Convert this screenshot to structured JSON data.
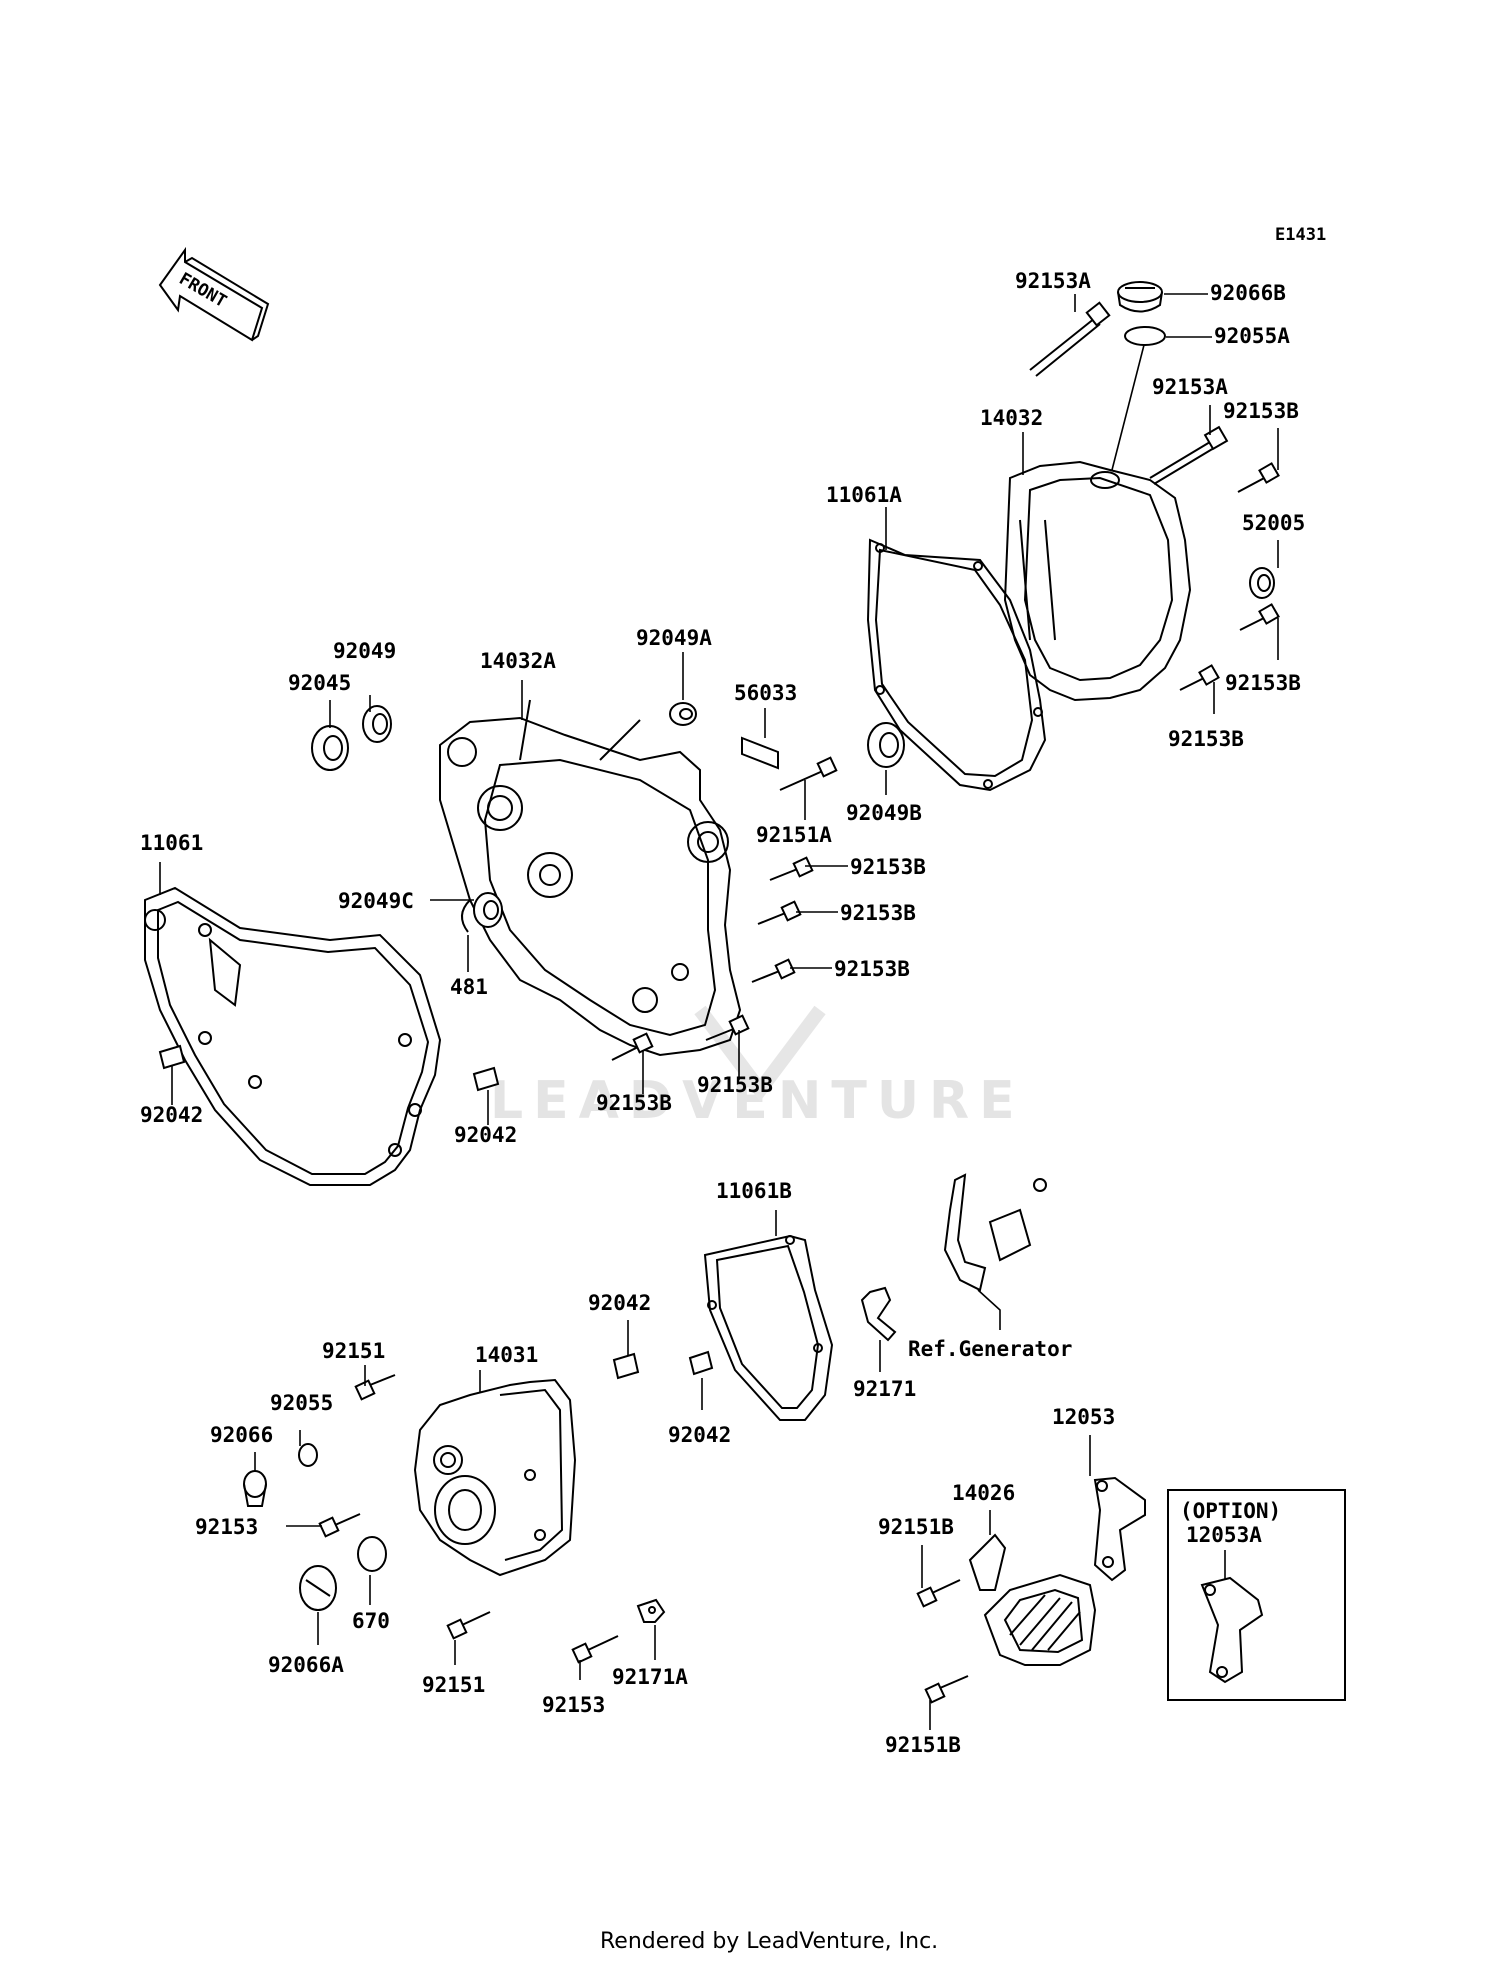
{
  "diagram_code": "E1431",
  "front_label": "FRONT",
  "watermark": "LEADVENTURE",
  "footer": "Rendered by LeadVenture, Inc.",
  "ref_note": "Ref.Generator",
  "option_box": {
    "title": "(OPTION)",
    "part": "12053A"
  },
  "parts": {
    "p92153A_top": "92153A",
    "p92066B": "92066B",
    "p92055A": "92055A",
    "p92153A_mid": "92153A",
    "p92153B_r1": "92153B",
    "p14032": "14032",
    "p11061A": "11061A",
    "p52005": "52005",
    "p92153B_r2": "92153B",
    "p92153B_r3": "92153B",
    "p92049": "92049",
    "p92045": "92045",
    "p14032A": "14032A",
    "p92049A": "92049A",
    "p56033": "56033",
    "p92049B": "92049B",
    "p92151A": "92151A",
    "p92153B_c1": "92153B",
    "p92153B_c2": "92153B",
    "p92153B_c3": "92153B",
    "p92153B_b1": "92153B",
    "p92153B_b2": "92153B",
    "p11061": "11061",
    "p92049C": "92049C",
    "p481": "481",
    "p92042_a": "92042",
    "p92042_b": "92042",
    "p11061B": "11061B",
    "p92042_c": "92042",
    "p92042_d": "92042",
    "p92171": "92171",
    "p92151_a": "92151",
    "p14031": "14031",
    "p92055": "92055",
    "p92066": "92066",
    "p92153_a": "92153",
    "p670": "670",
    "p92066A": "92066A",
    "p92151_b": "92151",
    "p92153_b": "92153",
    "p92171A": "92171A",
    "p12053": "12053",
    "p14026": "14026",
    "p92151B_a": "92151B",
    "p92151B_b": "92151B"
  }
}
